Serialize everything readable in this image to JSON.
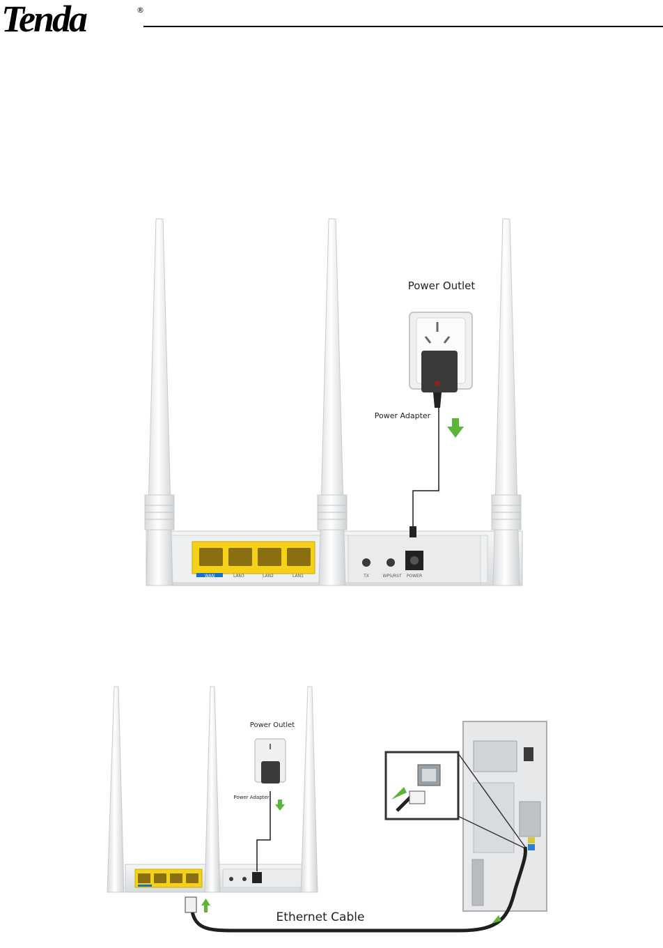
{
  "header": {
    "brand": "Tenda",
    "registered": "®"
  },
  "figure1": {
    "power_outlet": "Power  Outlet",
    "power_adapter": "Power Adapter",
    "ports": {
      "wan": "WAN",
      "lan3": "LAN3",
      "lan2": "LAN2",
      "lan1": "LAN1",
      "tx": "TX",
      "wps": "WPS/RST",
      "power": "POWER"
    }
  },
  "figure2": {
    "power_outlet": "Power  Outlet",
    "power_adapter": "Power Adapter",
    "ethernet_cable": "Ethernet  Cable"
  },
  "colors": {
    "port_yellow": "#f5d21a",
    "arrow_green": "#5bb539",
    "wan_blue": "#1a6fc9"
  }
}
